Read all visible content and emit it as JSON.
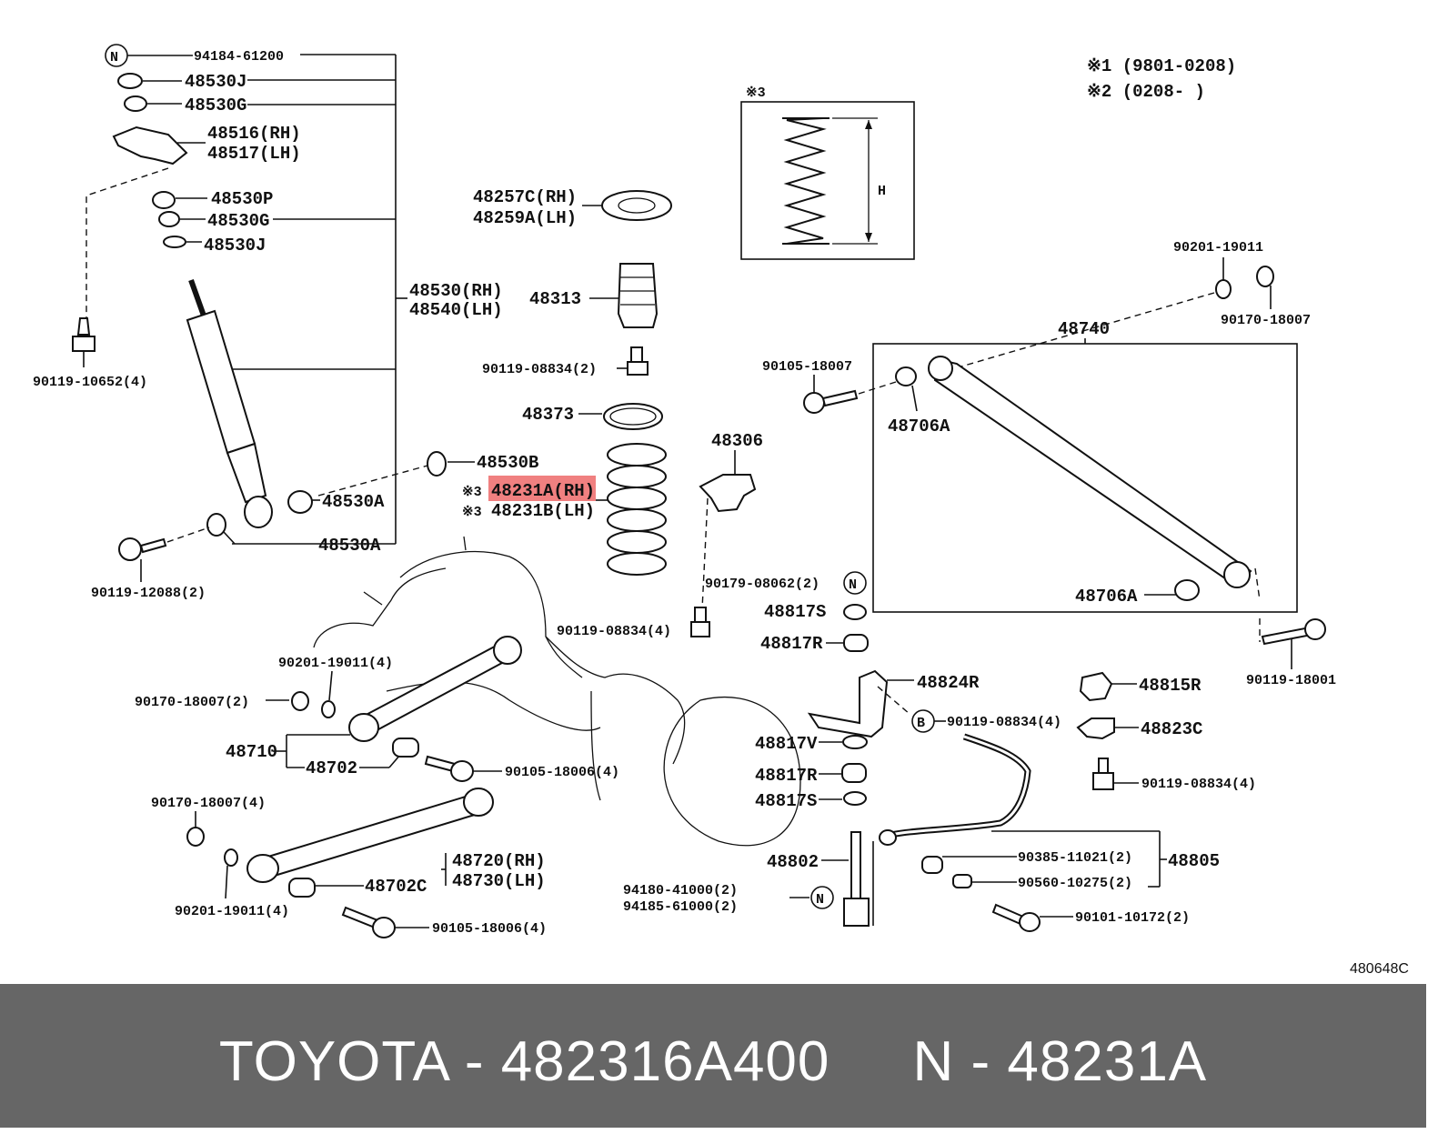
{
  "notes": {
    "note1": "※1 (9801-0208)",
    "note2": "※2 (0208-      )",
    "note3": "※3"
  },
  "inset": {
    "height_label": "H"
  },
  "labels": {
    "p94184_61200": "94184-61200",
    "p48530J_a": "48530J",
    "p48530G_a": "48530G",
    "p48516": "48516(RH)",
    "p48517": "48517(LH)",
    "p48530P": "48530P",
    "p48530G_b": "48530G",
    "p48530J_b": "48530J",
    "p48530": "48530(RH)",
    "p48540": "48540(LH)",
    "p90119_10652": "90119-10652(4)",
    "p48530A_a": "48530A",
    "p48530A_b": "48530A",
    "p48530B": "48530B",
    "p90119_12088": "90119-12088(2)",
    "p48257C": "48257C(RH)",
    "p48259A": "48259A(LH)",
    "p48313": "48313",
    "p90119_08834_a": "90119-08834(2)",
    "p48373": "48373",
    "p48231A": "48231A(RH)",
    "p48231B": "48231B(LH)",
    "p48306": "48306",
    "p90179_08062": "90179-08062(2)",
    "p48817S_a": "48817S",
    "p48817R_a": "48817R",
    "p90119_08834_b": "90119-08834(4)",
    "p90201_19011_a": "90201-19011",
    "p90170_18007_a": "90170-18007",
    "p48740": "48740",
    "p90105_18007": "90105-18007",
    "p48706A_a": "48706A",
    "p48706A_b": "48706A",
    "p90119_18001": "90119-18001",
    "p48824R": "48824R",
    "p48815R": "48815R",
    "p90119_08834_c": "90119-08834(4)",
    "p48823C": "48823C",
    "p90119_08834_d": "90119-08834(4)",
    "p48817V": "48817V",
    "p48817R_b": "48817R",
    "p48817S_b": "48817S",
    "p48802": "48802",
    "p94180_41000": "94180-41000(2)",
    "p94185_61000": "94185-61000(2)",
    "p90385_11021": "90385-11021(2)",
    "p48805": "48805",
    "p90560_10275": "90560-10275(2)",
    "p90101_10172": "90101-10172(2)",
    "p90201_19011_b": "90201-19011(4)",
    "p90170_18007_b": "90170-18007(2)",
    "p48710": "48710",
    "p48702": "48702",
    "p90105_18006_a": "90105-18006(4)",
    "p90170_18007_c": "90170-18007(4)",
    "p48720": "48720(RH)",
    "p48730": "48730(LH)",
    "p48702C": "48702C",
    "p90201_19011_c": "90201-19011(4)",
    "p90105_18006_b": "90105-18006(4)",
    "diagram_code": "480648C"
  },
  "callouts": {
    "n": "N",
    "b": "B"
  },
  "highlight_color": "#f08080",
  "footer": {
    "text": "TOYOTA - 482316A400     N - 48231A",
    "background": "#666666"
  }
}
